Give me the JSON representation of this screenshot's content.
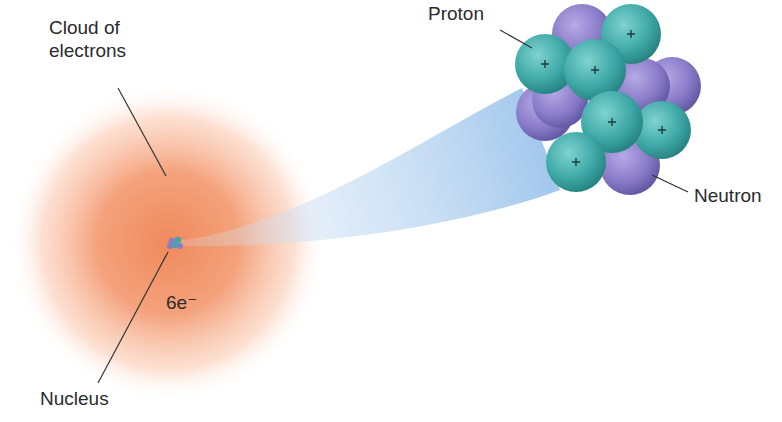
{
  "diagram": {
    "labels": [
      "Cloud of electrons",
      "Proton",
      "Neutron",
      "6e⁻",
      "Nucleus"
    ]
  }
}
